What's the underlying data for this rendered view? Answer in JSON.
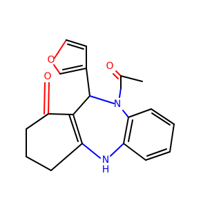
{
  "molecule": {
    "atoms": [
      {
        "id": "o-furan",
        "element": "O",
        "label": "O"
      },
      {
        "id": "o-ketone",
        "element": "O",
        "label": "O"
      },
      {
        "id": "o-acetyl",
        "element": "O",
        "label": "O"
      },
      {
        "id": "n-acetyl",
        "element": "N",
        "label": "N"
      },
      {
        "id": "n-h",
        "element": "N",
        "label": "N"
      },
      {
        "id": "h-on-n",
        "element": "H",
        "label": "H"
      }
    ],
    "colors": {
      "carbon_bond": "#000000",
      "nitrogen": "#0000ff",
      "oxygen": "#ff0000",
      "background": "#ffffff"
    }
  }
}
